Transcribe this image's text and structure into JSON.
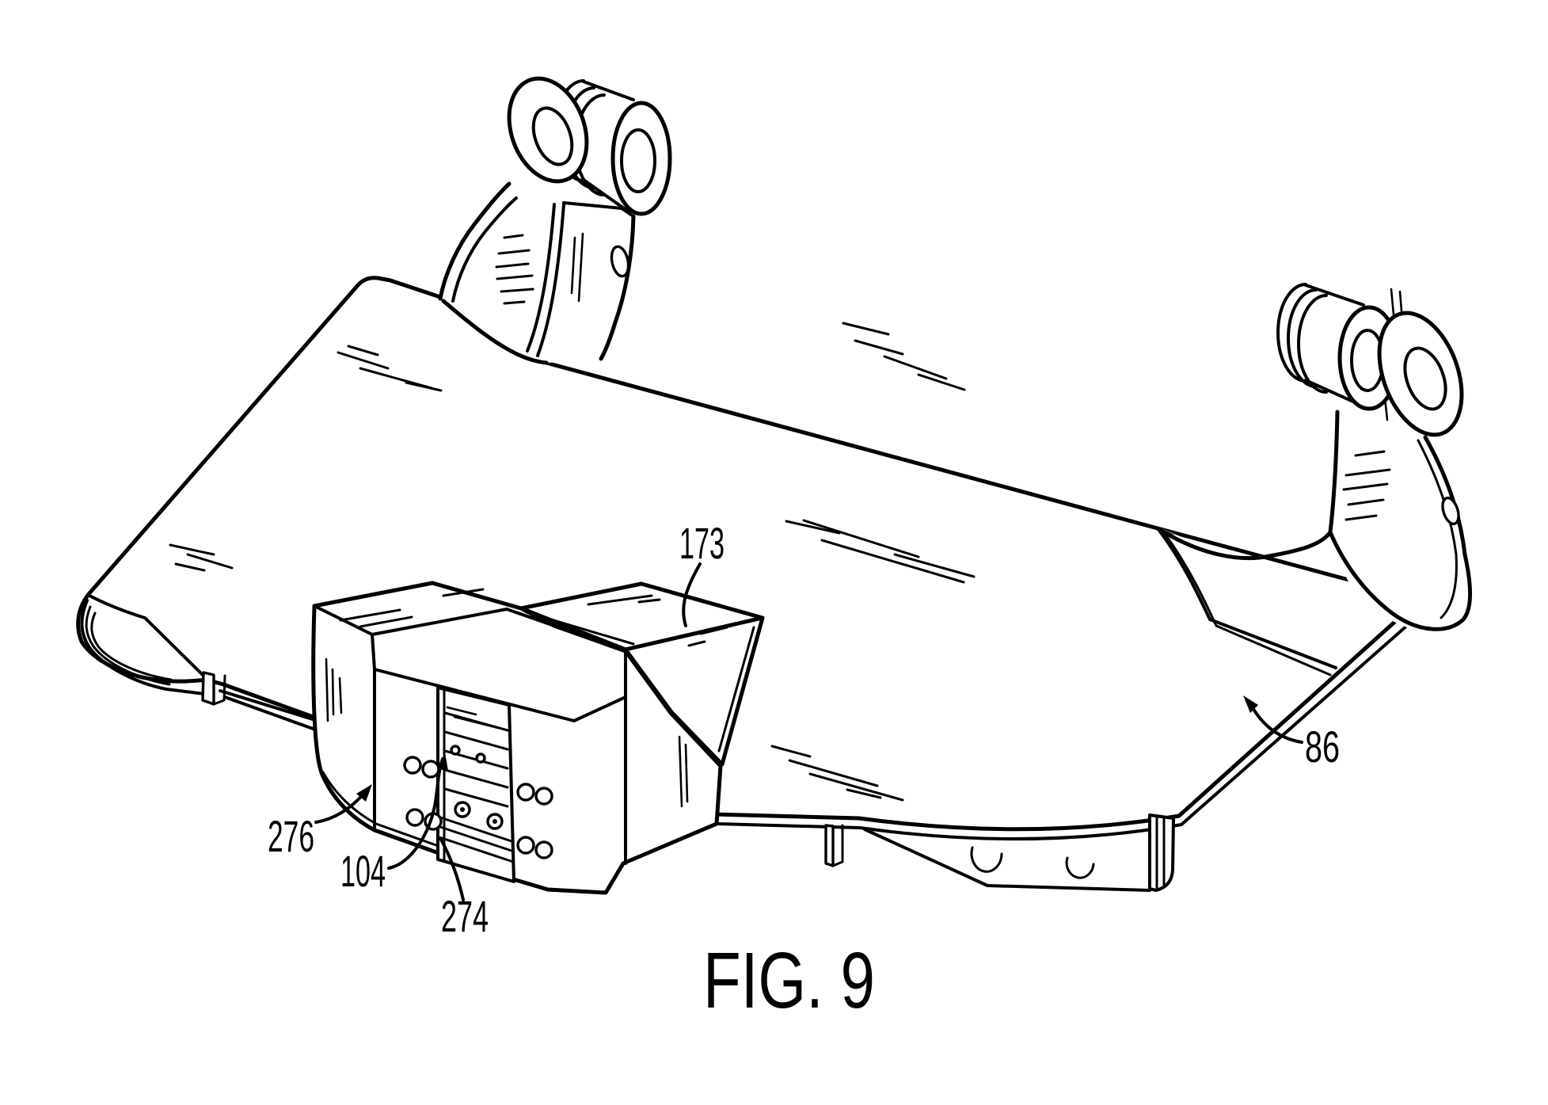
{
  "figure": {
    "caption": "FIG. 9",
    "ink_color": "#000000",
    "paper_color": "#ffffff"
  },
  "labels": {
    "l173": "173",
    "l86": "86",
    "l276": "276",
    "l104": "104",
    "l274": "274"
  }
}
